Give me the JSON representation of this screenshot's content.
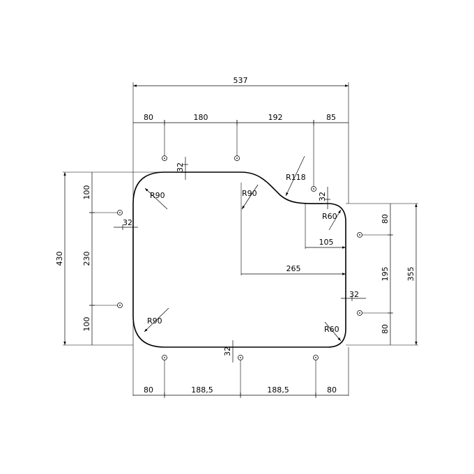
{
  "dimensions": {
    "overall_width": "537",
    "top_segments": [
      "80",
      "180",
      "192",
      "85"
    ],
    "bottom_segments": [
      "80",
      "188,5",
      "188,5",
      "80"
    ],
    "left_height": "430",
    "left_segments": [
      "100",
      "230",
      "100"
    ],
    "right_height": "355",
    "right_segments": [
      "80",
      "195",
      "80"
    ],
    "inner_horizontal": "265",
    "notch_horizontal": "105",
    "edge_offset_top": "32",
    "edge_offset_left": "32",
    "edge_offset_notch": "32",
    "edge_offset_right": "32",
    "edge_offset_bottom": "32"
  },
  "radii": {
    "top_left": "R90",
    "bottom_left": "R90",
    "inner_top": "R90",
    "notch": "R118",
    "notch_corner": "R60",
    "bottom_right": "R60"
  }
}
